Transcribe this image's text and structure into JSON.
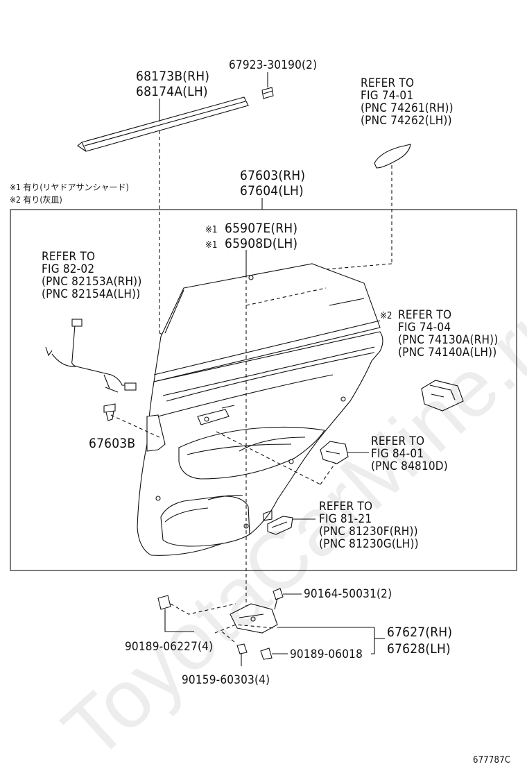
{
  "labels": {
    "p67923": "67923-30190(2)",
    "p68173": "68173B(RH)",
    "p68174": "68174A(LH)",
    "ref7401_1": "REFER TO",
    "ref7401_2": "FIG 74-01",
    "ref7401_3": "(PNC 74261(RH))",
    "ref7401_4": "(PNC 74262(LH))",
    "note1": "※1 有り(リヤドアサンシャード)",
    "note2": "※2 有り(灰皿)",
    "p67603rh": "67603(RH)",
    "p67604lh": "67604(LH)",
    "p65907_mark": "※1",
    "p65907": "65907E(RH)",
    "p65908_mark": "※1",
    "p65908": "65908D(LH)",
    "ref8202_1": "REFER TO",
    "ref8202_2": "FIG 82-02",
    "ref8202_3": "(PNC 82153A(RH))",
    "ref8202_4": "(PNC 82154A(LH))",
    "ref7404_mark": "※2",
    "ref7404_1": "REFER TO",
    "ref7404_2": "FIG 74-04",
    "ref7404_3": "(PNC 74130A(RH))",
    "ref7404_4": "(PNC 74140A(LH))",
    "p67603b": "67603B",
    "ref8401_1": "REFER TO",
    "ref8401_2": "FIG 84-01",
    "ref8401_3": "(PNC 84810D)",
    "ref8121_1": "REFER TO",
    "ref8121_2": "FIG 81-21",
    "ref8121_3": "(PNC 81230F(RH))",
    "ref8121_4": "(PNC 81230G(LH))",
    "p90164": "90164-50031(2)",
    "p67627": "67627(RH)",
    "p67628": "67628(LH)",
    "p90189a": "90189-06227(4)",
    "p90189b": "90189-06018",
    "p90159": "90159-60303(4)",
    "figcode": "677787C",
    "watermark": "ToyotaCarMine.ru"
  },
  "colors": {
    "line": "#111111",
    "watermark": "#000000"
  }
}
